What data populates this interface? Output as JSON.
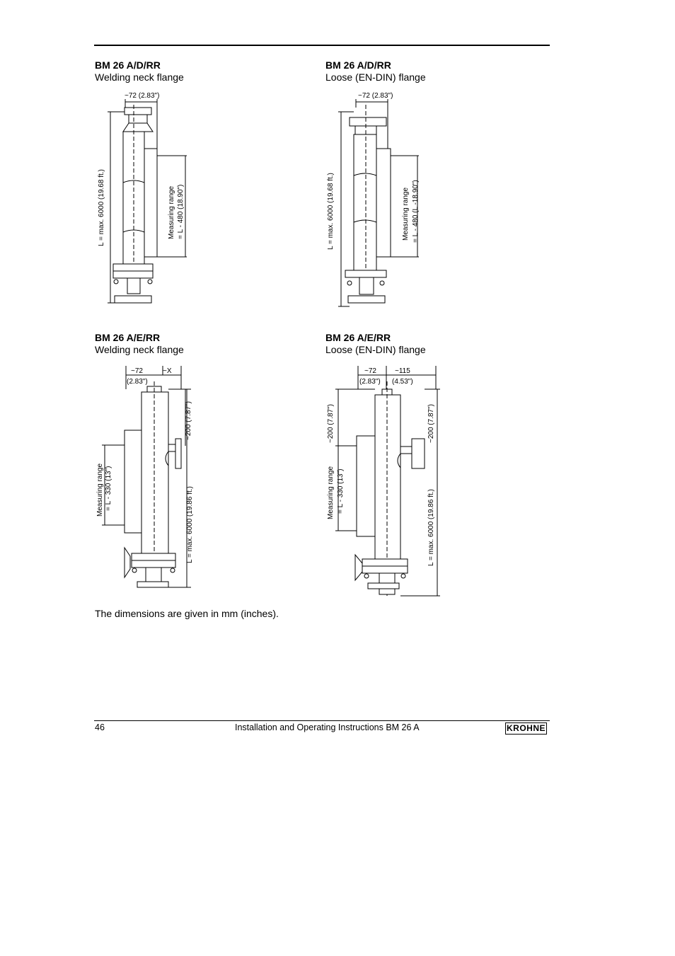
{
  "sections": [
    {
      "title": "BM 26 A/D/RR",
      "subtitle": "Welding neck flange",
      "dims": [
        "~72 (2.83\")",
        "L = max. 6000 (19.68 ft.)",
        "Measuring range",
        "= L - 480 (18.90\")"
      ]
    },
    {
      "title": "BM 26 A/D/RR",
      "subtitle": "Loose (EN-DIN) flange",
      "dims": [
        "~72 (2.83\")",
        "L = max. 6000 (19.68 ft.)",
        "Measuring range",
        "= L - 480 (L -18.90\")"
      ]
    },
    {
      "title": "BM 26 A/E/RR",
      "subtitle": "Welding neck flange",
      "dims": [
        "~72",
        "(2.83\")",
        "~X",
        "~200 (7.87\")",
        "Measuring range",
        "= L - 330 (13\")",
        "L = max. 6000 (19.86 ft.)"
      ]
    },
    {
      "title": "BM 26 A/E/RR",
      "subtitle": "Loose (EN-DIN) flange",
      "dims": [
        "~72",
        "(2.83\")",
        "~115",
        "(4.53\")",
        "~200 (7.87\")",
        "Measuring range",
        "= L - 330 (13\")",
        "~200 (7.87\")",
        "L = max. 6000 (19.86 ft.)"
      ]
    }
  ],
  "note": "The dimensions are given in mm (inches).",
  "footer": {
    "page": "46",
    "title": "Installation and Operating Instructions BM 26 A",
    "logo": "KROHNE"
  }
}
